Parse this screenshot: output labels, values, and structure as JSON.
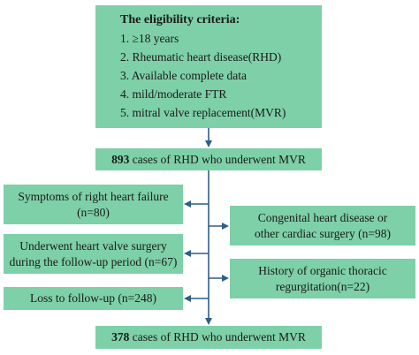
{
  "criteria": {
    "title": "The eligibility criteria:",
    "items": [
      "1.  ≥18 years",
      "2. Rheumatic heart disease(RHD)",
      "3.  Available complete data",
      "4. mild/moderate FTR",
      "5. mitral valve replacement(MVR)"
    ]
  },
  "start": {
    "count": "893",
    "text": " cases of RHD who underwent MVR"
  },
  "exclusions": {
    "right_heart_failure": {
      "line1": "Symptoms of right heart failure",
      "line2": "(n=80)"
    },
    "valve_surgery": {
      "line1": "Underwent heart valve surgery",
      "line2": "during the follow-up period (n=67)"
    },
    "loss_followup": {
      "line1": "Loss to follow-up (n=248)"
    },
    "congenital": {
      "line1": "Congenital heart disease or",
      "line2": "other cardiac surgery (n=98)"
    },
    "thoracic": {
      "line1": "History of organic thoracic",
      "line2": "regurgitation(n=22)"
    }
  },
  "end": {
    "count": "378",
    "text": " cases of RHD who underwent MVR"
  },
  "colors": {
    "box": "#7dd0a7",
    "arrow": "#2e5f86"
  }
}
